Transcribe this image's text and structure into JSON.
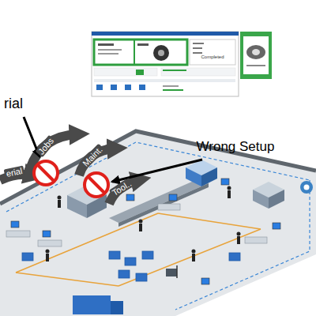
{
  "diagram": {
    "labels": [
      "rial",
      "Jobs",
      "Maint.",
      "Tool..",
      "erial",
      "Wrong Setup",
      "Completed"
    ]
  }
}
